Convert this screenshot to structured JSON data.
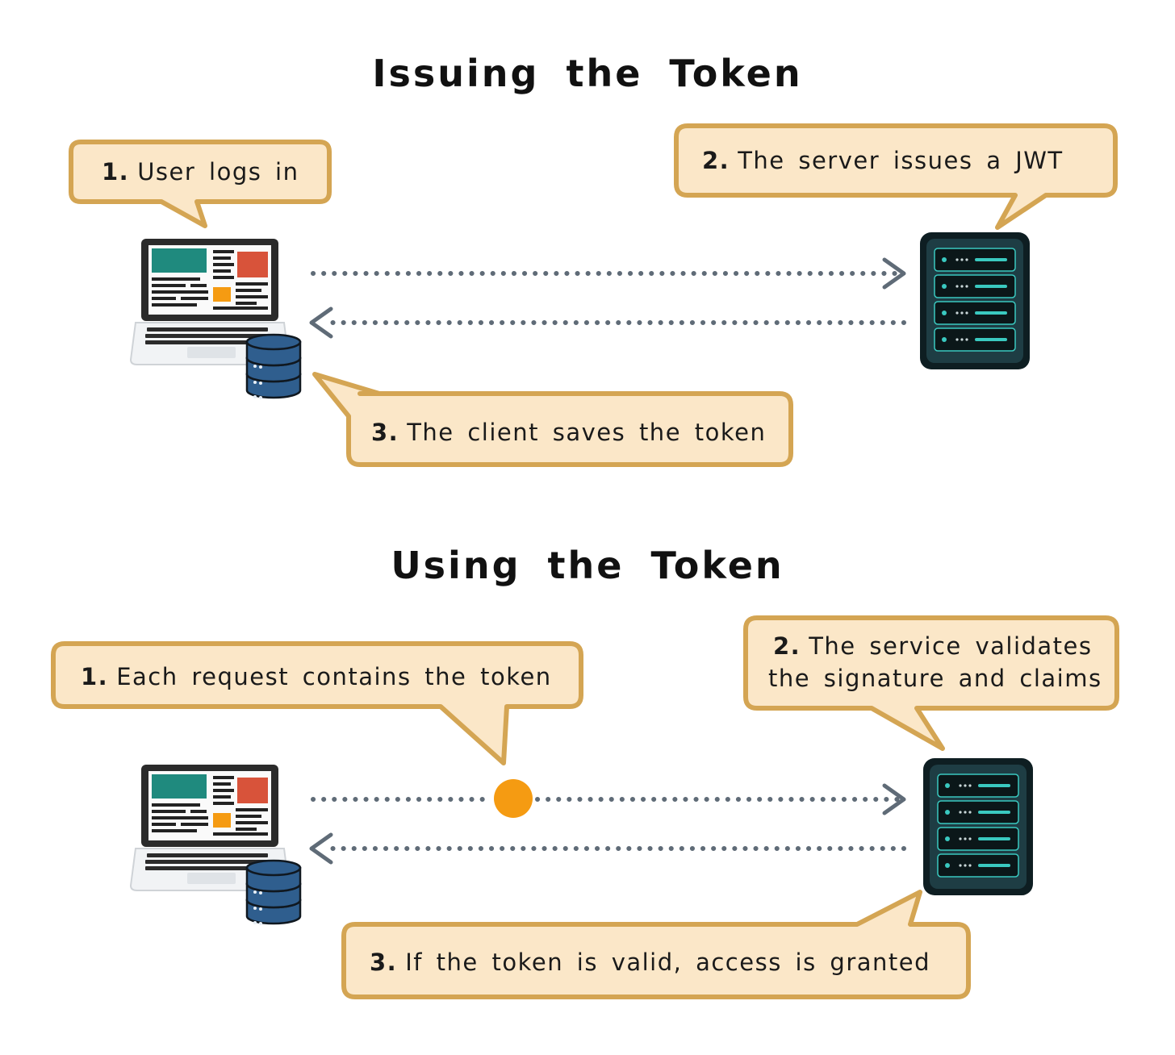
{
  "sections": [
    {
      "title": "Issuing the Token",
      "bubbles": [
        {
          "number": "1.",
          "lines": [
            "User logs in"
          ]
        },
        {
          "number": "2.",
          "lines": [
            "The server issues a JWT"
          ]
        },
        {
          "number": "3.",
          "lines": [
            "The client saves the token"
          ]
        }
      ]
    },
    {
      "title": "Using the Token",
      "bubbles": [
        {
          "number": "1.",
          "lines": [
            "Each request contains the token"
          ]
        },
        {
          "number": "2.",
          "lines": [
            "The service validates",
            "the signature and claims"
          ]
        },
        {
          "number": "3.",
          "lines": [
            "If the token is valid, access is granted"
          ]
        }
      ]
    }
  ],
  "icons": {
    "client": "laptop-icon",
    "storage": "database-icon",
    "server": "server-icon",
    "token": "token-dot-icon"
  },
  "colors": {
    "bubble_fill": "#fbe7c8",
    "bubble_border": "#d4a553",
    "arrow": "#5f6b77",
    "token": "#f59b12",
    "server_body": "#1e3d44",
    "server_accent": "#3ac9c0",
    "database": "#2f5e8e",
    "laptop_panel_teal": "#1f8a7e",
    "laptop_panel_red": "#d8533a"
  }
}
